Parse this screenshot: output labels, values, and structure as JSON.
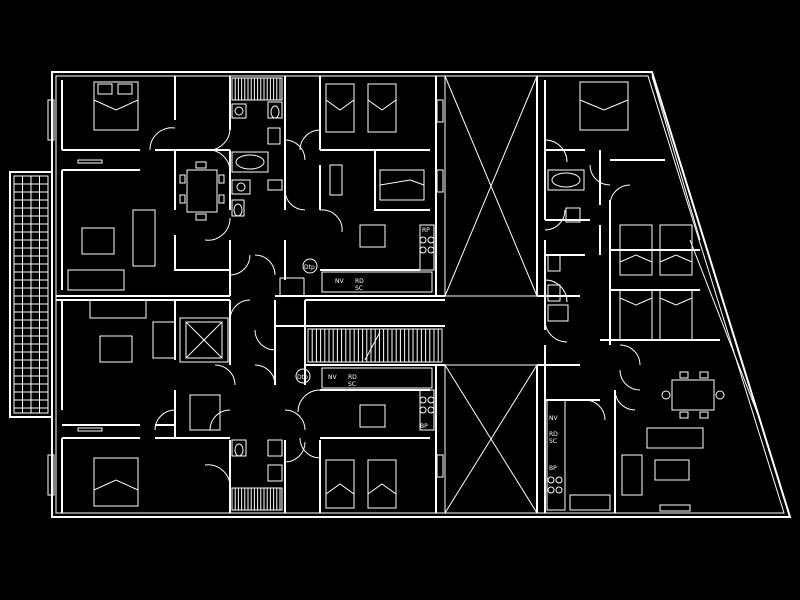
{
  "labels": {
    "dtp": "Dtp",
    "nv": "NV",
    "rd": "RD",
    "bp": "BP",
    "sc": "SC",
    "rp": "RP"
  }
}
